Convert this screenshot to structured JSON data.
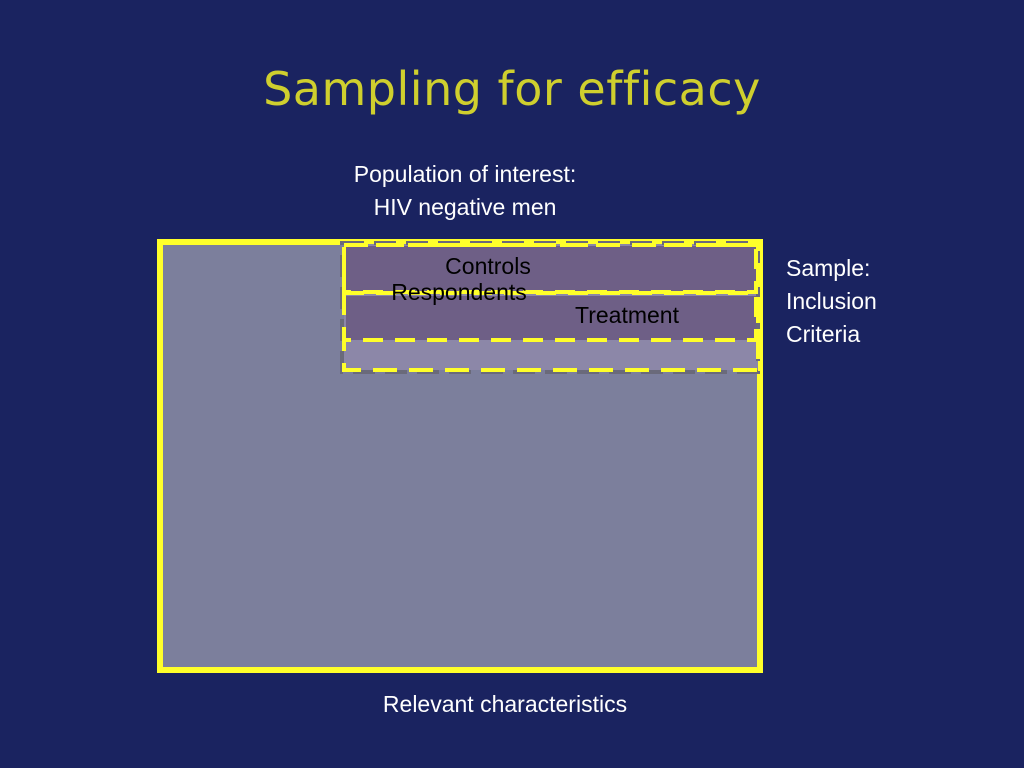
{
  "slide": {
    "title": "Sampling for efficacy"
  },
  "labels": {
    "population_line1": "Population of interest:",
    "population_line2": "HIV negative men",
    "sample_line1": "Sample:",
    "sample_line2": "Inclusion",
    "sample_line3": "Criteria",
    "relevant": "Relevant characteristics"
  },
  "boxes": {
    "controls": "Controls",
    "respondents": "Respondents",
    "treatment": "Treatment"
  },
  "colors": {
    "background": "#1a2360",
    "title": "#cfcf2e",
    "outline_yellow": "#ffff2a",
    "population_fill": "#7c7f9c",
    "sample_fill": "#8c87a8",
    "group_fill": "#6e5f86",
    "dashed_gray": "#6a6a7a"
  }
}
